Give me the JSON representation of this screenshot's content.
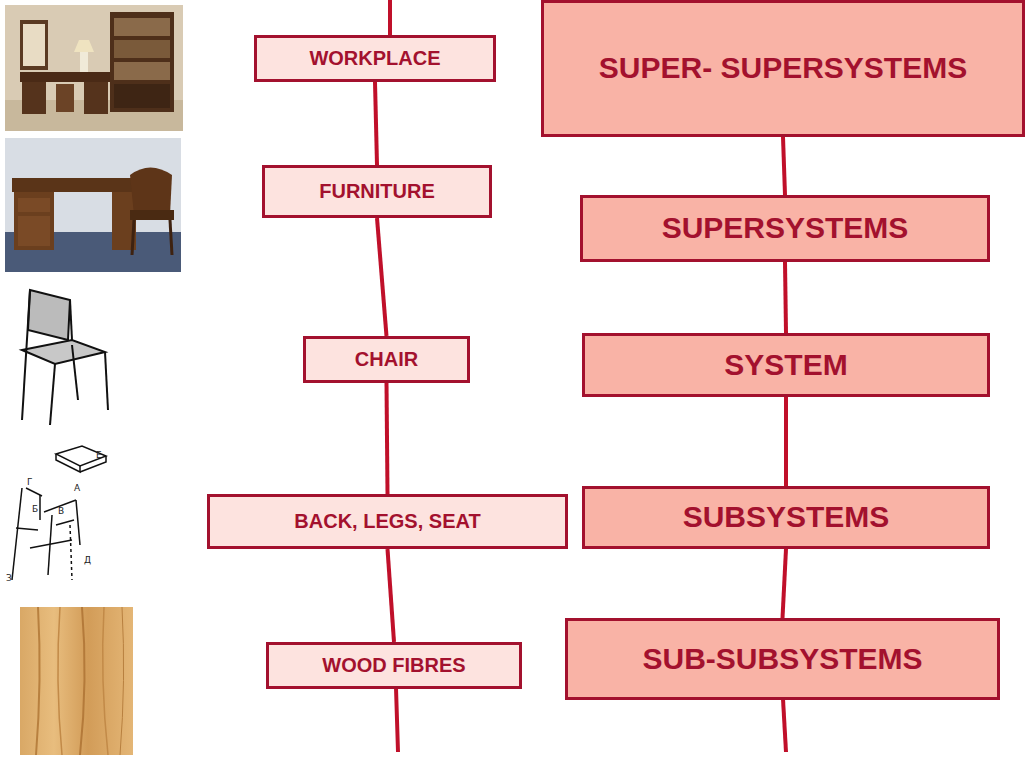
{
  "diagram": {
    "nodes": [
      {
        "text": [
          "WORKPLACE"
        ]
      },
      {
        "text": [
          "FURNITURE"
        ]
      },
      {
        "text": [
          "CHAIR"
        ]
      },
      {
        "text": [
          "BACK, LEGS, SEAT"
        ]
      },
      {
        "text": [
          "WOOD FIBRES"
        ]
      },
      {
        "text": [
          "SUPER- SUPERSYSTEMS"
        ]
      },
      {
        "text": [
          "SUPERSYSTEMS"
        ]
      },
      {
        "text": [
          "SYSTEM"
        ]
      },
      {
        "text": [
          "SUBSYSTEMS"
        ]
      },
      {
        "text": [
          "SUB-SUBSYSTEMS"
        ]
      }
    ],
    "edges": [
      {
        "from": 0,
        "to": 1,
        "arrow": "none"
      },
      {
        "from": 1,
        "to": 2,
        "arrow": "none"
      },
      {
        "from": 2,
        "to": 3,
        "arrow": "none"
      },
      {
        "from": 3,
        "to": 4,
        "arrow": "none"
      },
      {
        "from": 5,
        "to": 6,
        "arrow": "none"
      },
      {
        "from": 6,
        "to": 7,
        "arrow": "none"
      },
      {
        "from": 7,
        "to": 8,
        "arrow": "none"
      },
      {
        "from": 8,
        "to": 9,
        "arrow": "none"
      }
    ],
    "labels": [
      "Е",
      "Г",
      "А",
      "Б",
      "В",
      "Д",
      "З"
    ]
  }
}
